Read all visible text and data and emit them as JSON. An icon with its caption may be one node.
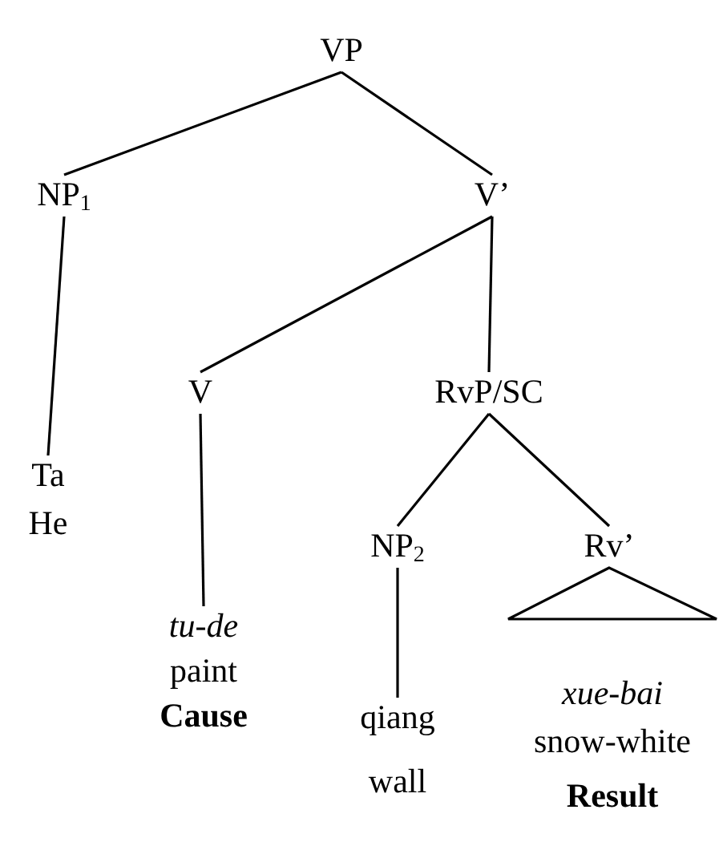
{
  "diagram": {
    "nodes": [
      {
        "text": [
          "VP"
        ]
      },
      {
        "text": [
          "NP$_{1}$"
        ]
      },
      {
        "text": [
          "V’"
        ]
      },
      {
        "text": [
          "V"
        ]
      },
      {
        "text": [
          "RvP/SC"
        ]
      },
      {
        "text": [
          "NP$_{2}$"
        ]
      },
      {
        "text": [
          "Rv’"
        ]
      },
      {
        "text": [
          "Ta",
          "He"
        ]
      },
      {
        "text": [
          "tu-de",
          "paint",
          "Cause"
        ]
      },
      {
        "text": [
          "qiang",
          "wall"
        ]
      },
      {
        "text": [
          "xue-bai",
          "snow-white",
          "Result"
        ]
      }
    ],
    "edges": [
      {
        "from": 0,
        "to": 1,
        "arrow": "none"
      },
      {
        "from": 0,
        "to": 2,
        "arrow": "none"
      },
      {
        "from": 1,
        "to": 7,
        "arrow": "none"
      },
      {
        "from": 2,
        "to": 3,
        "arrow": "none"
      },
      {
        "from": 2,
        "to": 4,
        "arrow": "none"
      },
      {
        "from": 3,
        "to": 8,
        "arrow": "none"
      },
      {
        "from": 4,
        "to": 5,
        "arrow": "none"
      },
      {
        "from": 4,
        "to": 6,
        "arrow": "none"
      },
      {
        "from": 5,
        "to": 9,
        "arrow": "none"
      },
      {
        "from": 6,
        "to": 10,
        "arrow": "none"
      }
    ]
  }
}
